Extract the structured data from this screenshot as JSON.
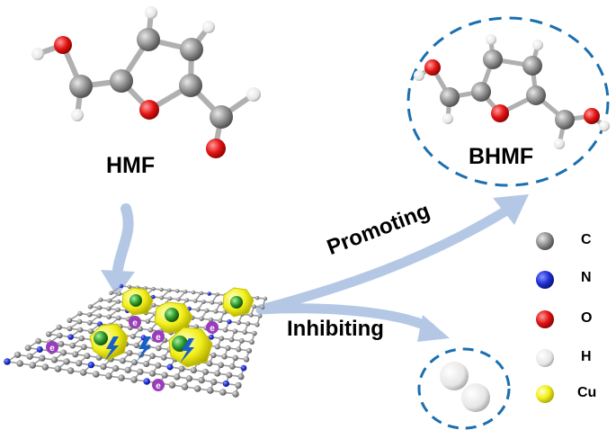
{
  "labels": {
    "reactant": "HMF",
    "product": "BHMF",
    "promoting": "Promoting",
    "inhibiting": "Inhibiting"
  },
  "legend": [
    {
      "symbol": "C",
      "color": "#7f7f7f"
    },
    {
      "symbol": "N",
      "color": "#1f2fd6"
    },
    {
      "symbol": "O",
      "color": "#e21414"
    },
    {
      "symbol": "H",
      "color": "#f0f0f0"
    },
    {
      "symbol": "Cu",
      "color": "#f2ef1a"
    }
  ],
  "electron_symbol": "e",
  "colors": {
    "arrow": "#b4c8e6",
    "dashed_circle": "#1a6fb0",
    "substrate_bond": "#9b9b9b",
    "nitrogen": "#1f2fd6",
    "copper": "#f2ef1a",
    "electron": "#9a3dbb",
    "lightning": "#1860c8"
  }
}
